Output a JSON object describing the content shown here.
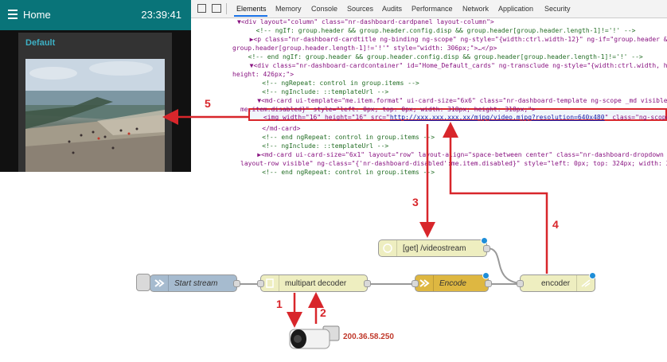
{
  "dashboard": {
    "title": "Home",
    "time": "23:39:41",
    "card_title": "Default"
  },
  "devtools": {
    "tabs": [
      "Elements",
      "Memory",
      "Console",
      "Sources",
      "Audits",
      "Performance",
      "Network",
      "Application",
      "Security"
    ],
    "active_tab": "Elements",
    "lines": [
      "▼<div layout=\"column\" class=\"nr-dashboard-cardpanel layout-column\">",
      "  <!-- ngIf: group.header && group.header.config.disp && group.header[group.header.length-1]!='!' -->",
      "  ▶<p class=\"nr-dashboard-cardtitle ng-binding ng-scope\" ng-style=\"{width:ctrl.width-12}\" ng-if=\"group.header && gr",
      "group.header[group.header.length-1]!='!'\" style=\"width: 306px;\">…</p>",
      "  <!-- end ngIf: group.header && group.header.config.disp && group.header[group.header.length-1]!='!' -->",
      "  ▼<div class=\"nr-dashboard-cardcontainer\" id=\"Home_Default_cards\" ng-transclude ng-style=\"{width:ctrl.width, heigh",
      "height: 426px;\">",
      "    <!-- ngRepeat: control in group.items -->",
      "    <!-- ngInclude: ::templateUrl -->",
      "    ▼<md-card ui-template=\"me.item.format\" ui-card-size=\"6x6\" class=\"nr-dashboard-template ng-scope _md visible\" ng",
      "me.item.disabled}\" style=\"left: 0px; top: 0px; width: 318px; height: 318px;\">",
      "      <img width=\"16\" height=\"16\" src=\"http://xxx.xxx.xxx.xx/mjpg/video.mjpg?resolution=640x480\" class=\"ng-scope\">",
      "    </md-card>",
      "    <!-- end ngRepeat: control in group.items -->",
      "    <!-- ngInclude: ::templateUrl -->",
      "    ▶<md-card ui-card-size=\"6x1\" layout=\"row\" layout-align=\"space-between center\" class=\"nr-dashboard-dropdown ng-s",
      "layout-row visible\" ng-class=\"{'nr-dashboard-disabled':me.item.disabled}\" style=\"left: 0px; top: 324px; width: 3",
      "    <!-- end ngRepeat: control in group.items -->"
    ],
    "img_src": "http://xxx.xxx.xxx.xx/mjpg/video.mjpg?resolution=640x480"
  },
  "flow": {
    "inject_label": "Start stream",
    "decoder_label": "multipart decoder",
    "encode_label": "Encode",
    "http_label": "[get] /videostream",
    "encoder_label": "encoder"
  },
  "annotations": {
    "steps": [
      "1",
      "2",
      "3",
      "4",
      "5"
    ],
    "camera_ip": "200.36.58.250",
    "arrow_color": "#d8262b"
  }
}
